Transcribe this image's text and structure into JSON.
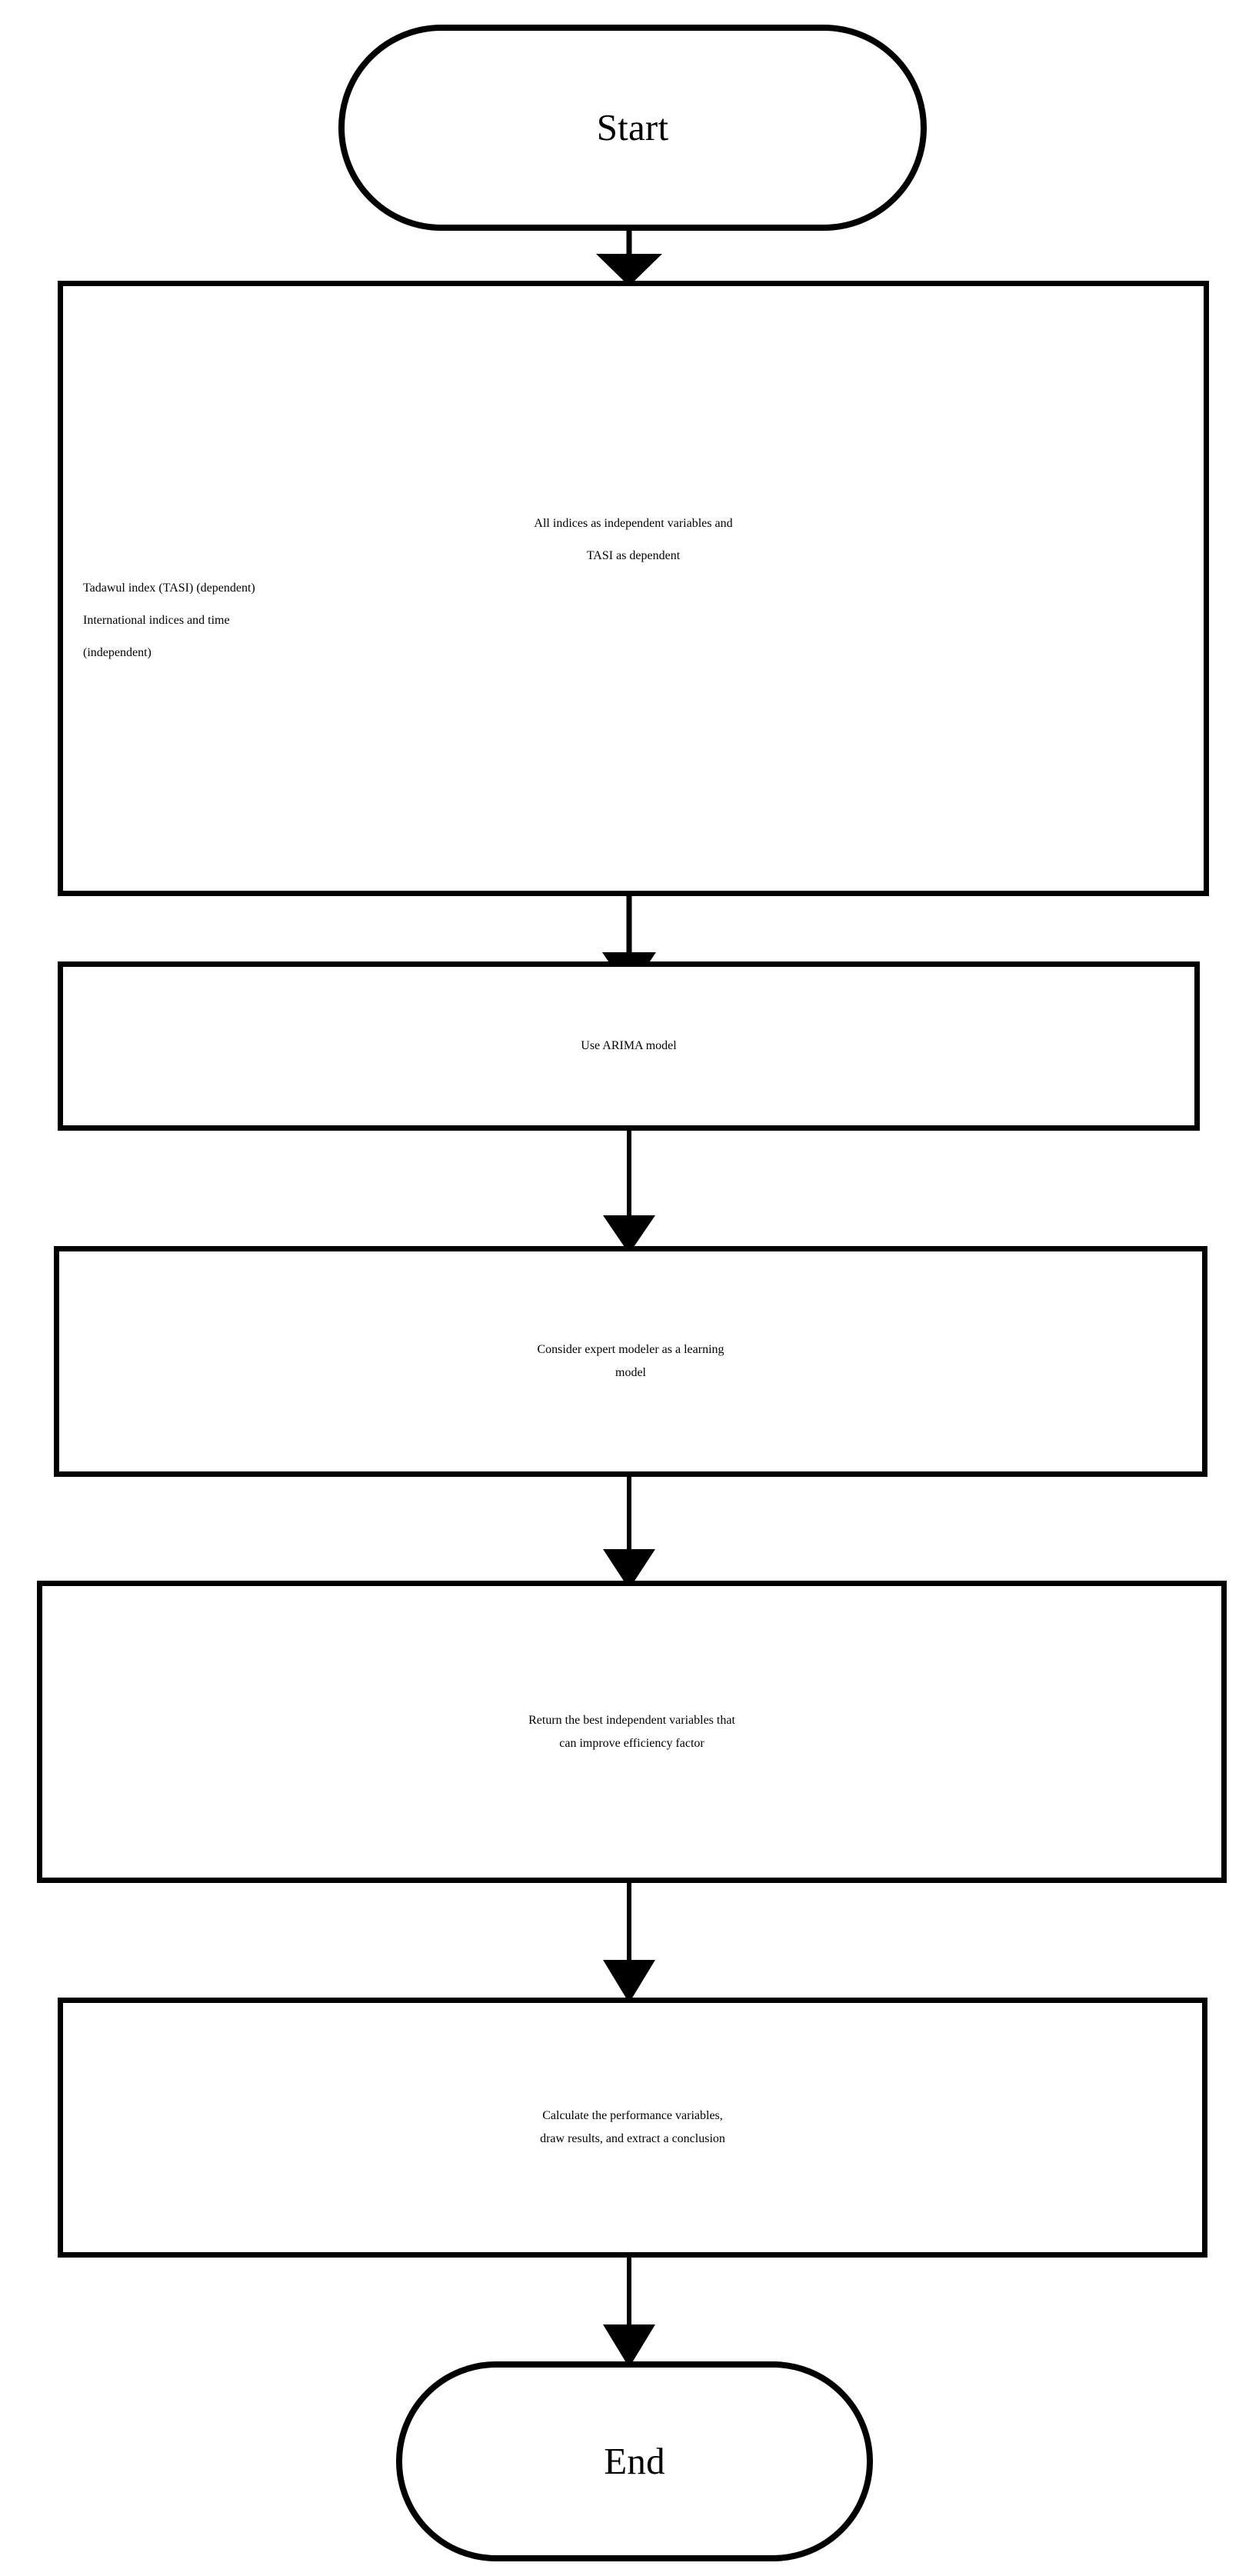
{
  "diagram": {
    "title": "Research methodology flowchart",
    "background_color": "#ffffff",
    "line_color": "#000000",
    "text_color": "#000000"
  },
  "nodes": {
    "start": {
      "shape": "terminator",
      "label": "Start"
    },
    "box1": {
      "shape": "process",
      "lines": [
        {
          "text": "All indices as independent variables and",
          "align": "center"
        },
        {
          "text": "TASI as dependent",
          "align": "center"
        },
        {
          "text": "Tadawul index (TASI) (dependent)",
          "align": "left"
        },
        {
          "text": "International indices and time",
          "align": "left"
        },
        {
          "text": "(independent)",
          "align": "left"
        }
      ]
    },
    "box2": {
      "shape": "process",
      "lines": [
        {
          "text": "Use ARIMA model",
          "align": "center"
        }
      ]
    },
    "box3": {
      "shape": "process",
      "lines": [
        {
          "text": "Consider expert modeler as a learning",
          "align": "center"
        },
        {
          "text": "model",
          "align": "center"
        }
      ]
    },
    "box4": {
      "shape": "process",
      "lines": [
        {
          "text": "Return the best independent variables that",
          "align": "center"
        },
        {
          "text": "can improve efficiency factor",
          "align": "center"
        }
      ]
    },
    "box5": {
      "shape": "process",
      "lines": [
        {
          "text": "Calculate the performance variables,",
          "align": "center"
        },
        {
          "text": "draw results, and extract a conclusion",
          "align": "center"
        }
      ]
    },
    "end": {
      "shape": "terminator",
      "label": "End"
    }
  },
  "connectors": [
    {
      "from": "start",
      "to": "box1",
      "type": "arrow-down"
    },
    {
      "from": "box1",
      "to": "box2",
      "type": "arrow-down"
    },
    {
      "from": "box2",
      "to": "box3",
      "type": "arrow-down"
    },
    {
      "from": "box3",
      "to": "box4",
      "type": "arrow-down"
    },
    {
      "from": "box4",
      "to": "box5",
      "type": "arrow-down"
    },
    {
      "from": "box5",
      "to": "end",
      "type": "arrow-down"
    }
  ]
}
